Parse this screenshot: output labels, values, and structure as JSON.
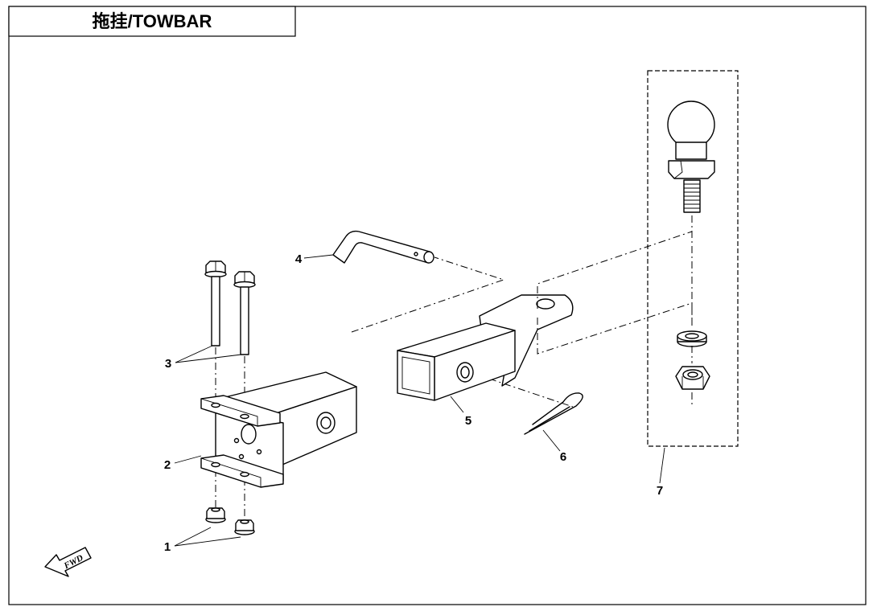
{
  "header": {
    "title": "拖挂/TOWBAR"
  },
  "fwd_label": "FWD",
  "callouts": [
    "1",
    "2",
    "3",
    "4",
    "5",
    "6",
    "7"
  ],
  "parts": [
    {
      "callout": "1",
      "name": "flange-nut",
      "qty_shown": 2
    },
    {
      "callout": "2",
      "name": "receiver-bracket",
      "qty_shown": 1
    },
    {
      "callout": "3",
      "name": "flange-bolt",
      "qty_shown": 2
    },
    {
      "callout": "4",
      "name": "hitch-pin",
      "qty_shown": 1
    },
    {
      "callout": "5",
      "name": "ball-mount",
      "qty_shown": 1
    },
    {
      "callout": "6",
      "name": "hair-pin-clip",
      "qty_shown": 1
    },
    {
      "callout": "7",
      "name": "tow-ball-kit",
      "qty_shown": 1
    }
  ]
}
